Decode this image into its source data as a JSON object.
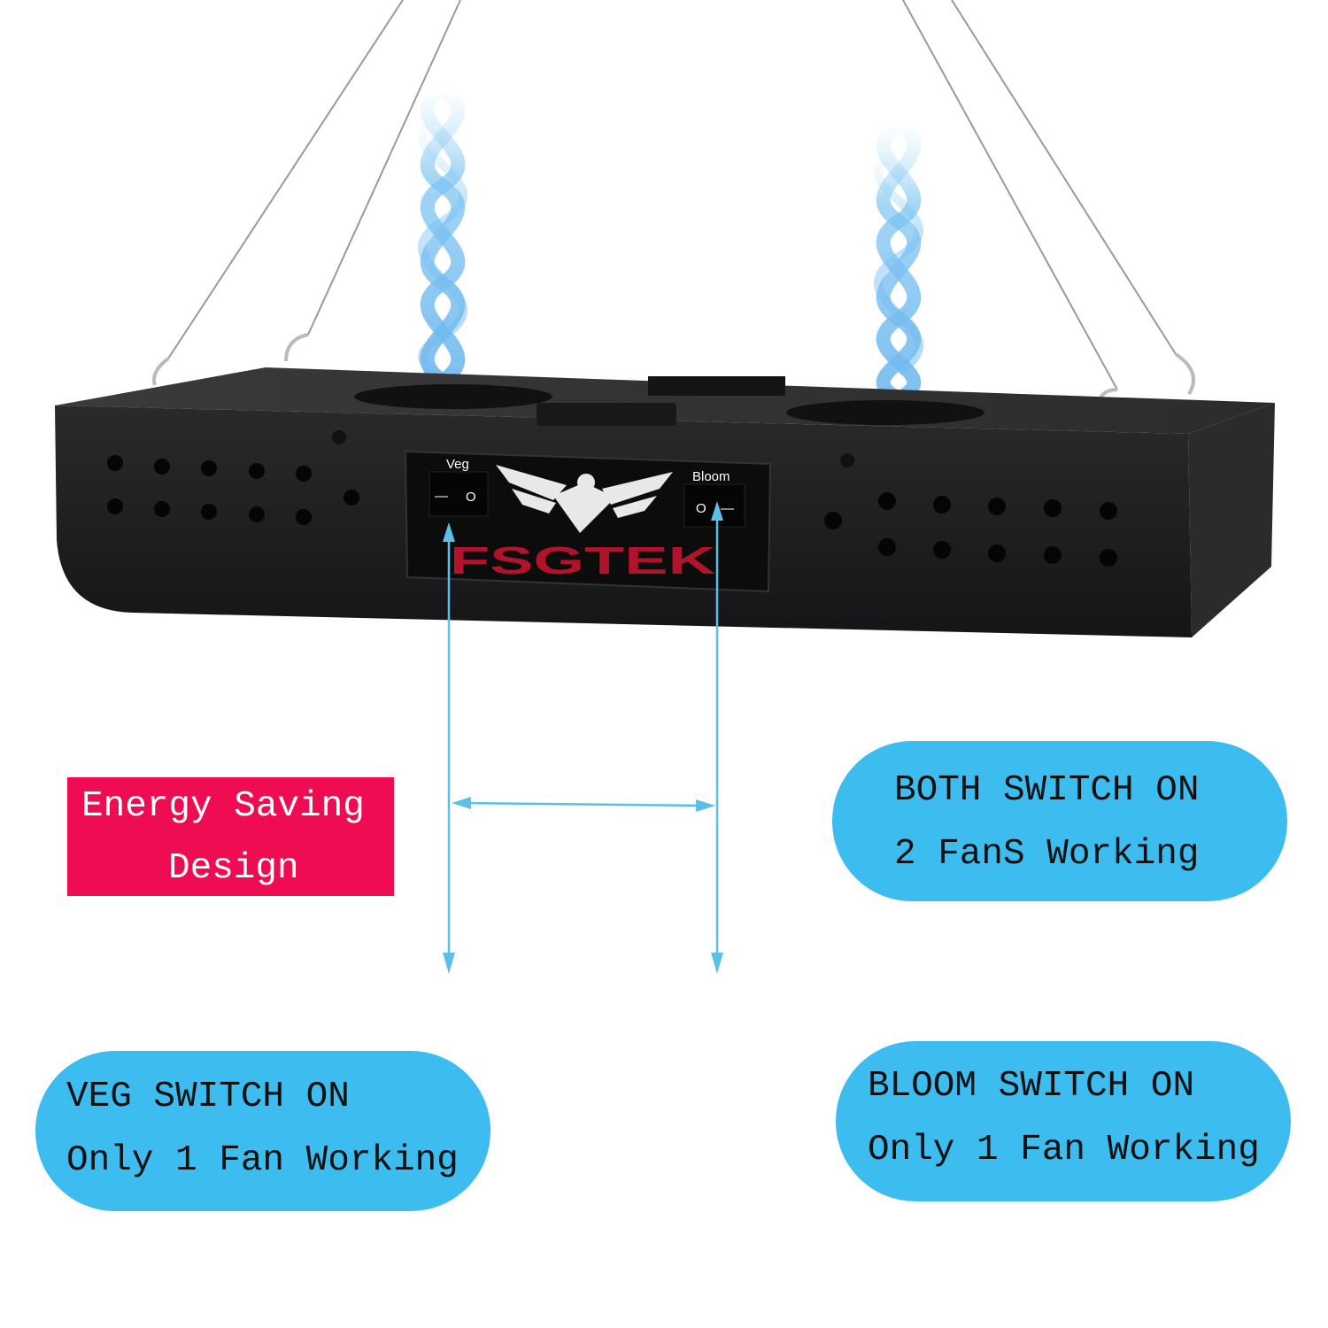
{
  "product": {
    "brand": "FSGTEK",
    "switch_left_label": "Veg",
    "switch_right_label": "Bloom",
    "switch_symbols": {
      "off": "O",
      "on": "—"
    }
  },
  "callouts": {
    "energy_saving": {
      "line1": "Energy Saving",
      "line2": "Design"
    },
    "both_switch": {
      "line1": "BOTH SWITCH ON",
      "line2": "2 FanS Working"
    },
    "veg_switch": {
      "line1": "VEG SWITCH ON",
      "line2": "Only 1 Fan Working"
    },
    "bloom_switch": {
      "line1": "BLOOM SWITCH ON",
      "line2": "Only 1 Fan Working"
    }
  },
  "colors": {
    "pill": "#3dbcef",
    "red_box": "#f00c52",
    "arrow": "#5bbfe8",
    "body": "#1e1e20",
    "brand_red": "#b0132a"
  }
}
